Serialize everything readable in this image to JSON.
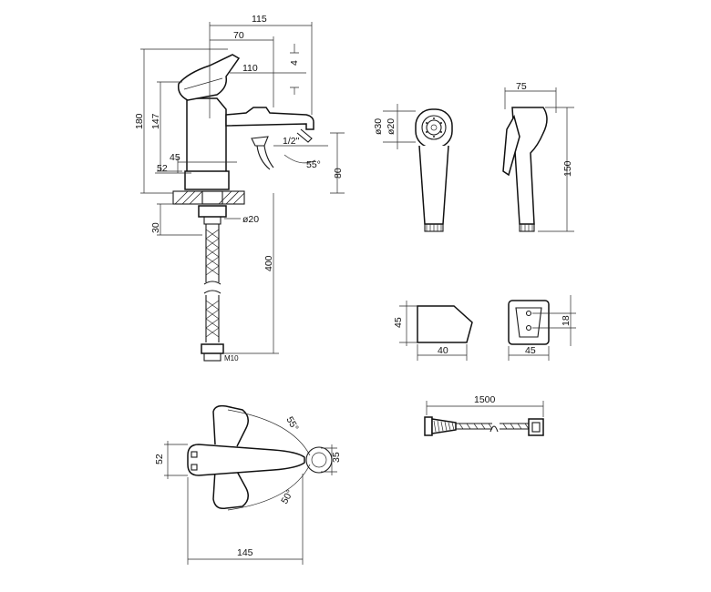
{
  "mixer_front": {
    "width_overall": "115",
    "width_spout": "70",
    "reach": "110",
    "lever_offset": "4",
    "height_total": "180",
    "height_body": "147",
    "base_width": "45",
    "base_small": "52",
    "thread": "1/2\"",
    "spout_angle": "55°",
    "spout_height": "80",
    "mount_thickness": "30",
    "hose_diameter": "ø20",
    "hose_length": "400",
    "hose_thread": "M10"
  },
  "hand_shower_front": {
    "outer_diameter": "ø30",
    "inner_diameter": "ø20"
  },
  "hand_shower_side": {
    "width": "75",
    "length": "150"
  },
  "wall_holder_side": {
    "height": "45",
    "depth": "40"
  },
  "wall_holder_front": {
    "width": "45",
    "hole_spacing": "18"
  },
  "shower_hose": {
    "length": "1500"
  },
  "mixer_top": {
    "width": "52",
    "depth": "35",
    "length": "145",
    "angle_up": "55°",
    "angle_down": "50°"
  }
}
